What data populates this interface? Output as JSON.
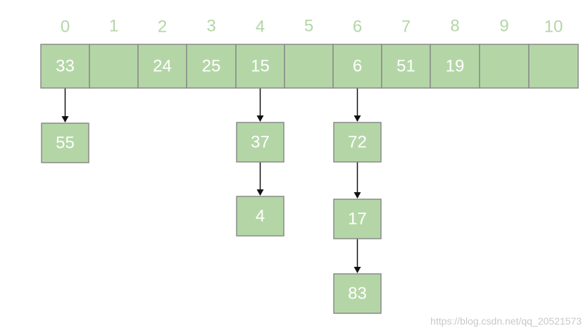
{
  "table": {
    "indices": [
      "0",
      "1",
      "2",
      "3",
      "4",
      "5",
      "6",
      "7",
      "8",
      "9",
      "10"
    ],
    "slots": [
      "33",
      "",
      "24",
      "25",
      "15",
      "",
      "6",
      "51",
      "19",
      "",
      ""
    ]
  },
  "chains": [
    {
      "slot": 0,
      "nodes": [
        "55"
      ]
    },
    {
      "slot": 4,
      "nodes": [
        "37",
        "4"
      ]
    },
    {
      "slot": 6,
      "nodes": [
        "72",
        "17",
        "83"
      ]
    }
  ],
  "watermark": "https://blog.csdn.net/qq_20521573",
  "colors": {
    "cell_fill": "#b4d6a6",
    "cell_border": "#8a8a8a",
    "value_text": "#ffffff",
    "index_text": "#b4d6a6",
    "arrow": "#111111"
  }
}
